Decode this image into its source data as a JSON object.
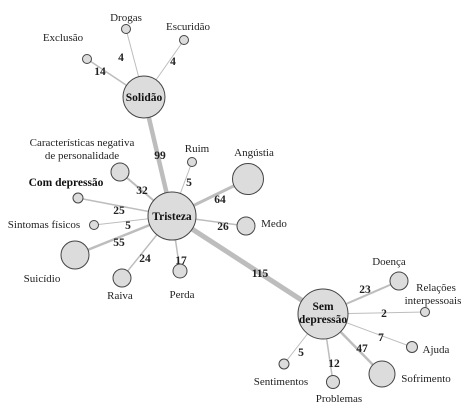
{
  "diagram": {
    "hubs": {
      "tristeza": "Tristeza",
      "solidao": "Solidão",
      "sem_depressao": [
        "Sem",
        "depressão"
      ]
    },
    "labels": {
      "drogas": "Drogas",
      "escuridao": "Escuridão",
      "exclusao": "Exclusão",
      "caracteristicas_1": "Características negativa",
      "caracteristicas_2": "de personalidade",
      "ruim": "Ruim",
      "angustia": "Angústia",
      "com_depressao": "Com depressão",
      "sintomas": "Sintomas físicos",
      "medo": "Medo",
      "suicidio": "Suicídio",
      "raiva": "Raiva",
      "perda": "Perda",
      "doenca": "Doença",
      "relacoes_1": "Relações",
      "relacoes_2": "interpessoais",
      "ajuda": "Ajuda",
      "sofrimento": "Sofrimento",
      "problemas": "Problemas",
      "sentimentos": "Sentimentos"
    },
    "weights": {
      "drogas": "4",
      "escuridao": "4",
      "exclusao": "14",
      "solidao": "99",
      "ruim": "5",
      "caracteristicas": "32",
      "angustia": "64",
      "com_depressao": "25",
      "sintomas": "5",
      "medo": "26",
      "suicidio": "55",
      "raiva": "24",
      "perda": "17",
      "sem_depressao": "115",
      "doenca": "23",
      "relacoes": "2",
      "ajuda": "7",
      "sofrimento": "47",
      "problemas": "12",
      "sentimentos": "5"
    }
  }
}
